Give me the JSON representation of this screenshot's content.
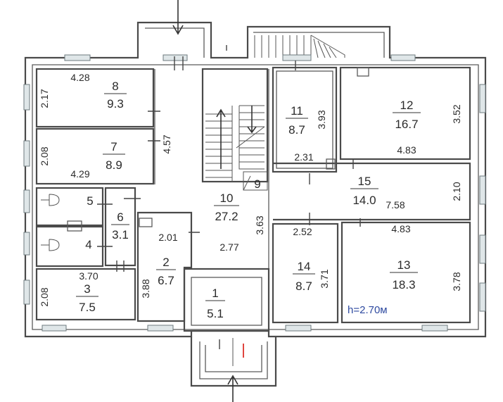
{
  "height_note": "h=2.70м",
  "rooms": [
    {
      "id": "room-1",
      "number": "1",
      "area": "5.1"
    },
    {
      "id": "room-2",
      "number": "2",
      "area": "6.7"
    },
    {
      "id": "room-3",
      "number": "3",
      "area": "7.5"
    },
    {
      "id": "room-4",
      "number": "4",
      "area": ""
    },
    {
      "id": "room-5",
      "number": "5",
      "area": ""
    },
    {
      "id": "room-6",
      "number": "6",
      "area": "3.1"
    },
    {
      "id": "room-7",
      "number": "7",
      "area": "8.9"
    },
    {
      "id": "room-8",
      "number": "8",
      "area": "9.3"
    },
    {
      "id": "room-9",
      "number": "9",
      "area": ""
    },
    {
      "id": "room-10",
      "number": "10",
      "area": "27.2"
    },
    {
      "id": "room-11",
      "number": "11",
      "area": "8.7"
    },
    {
      "id": "room-12",
      "number": "12",
      "area": "16.7"
    },
    {
      "id": "room-13",
      "number": "13",
      "area": "18.3"
    },
    {
      "id": "room-14",
      "number": "14",
      "area": "8.7"
    },
    {
      "id": "room-15",
      "number": "15",
      "area": "14.0"
    }
  ],
  "dimensions": {
    "r8_width": "4.28",
    "r8_depth": "2.17",
    "r7_width": "4.29",
    "r7_depth": "2.08",
    "corridor_len": "4.57",
    "r11_depth": "3.93",
    "r11_width": "2.31",
    "r12_depth": "3.52",
    "r12_width": "4.83",
    "r15_depth": "2.10",
    "r15_len": "7.58",
    "r13_width": "4.83",
    "r13_depth": "3.78",
    "r14_width": "2.52",
    "r14_depth": "3.71",
    "r10_depth": "3.63",
    "r10_width": "2.77",
    "r2_width": "2.01",
    "r2_depth": "3.88",
    "r3_width": "3.70",
    "r3_depth": "2.08"
  }
}
